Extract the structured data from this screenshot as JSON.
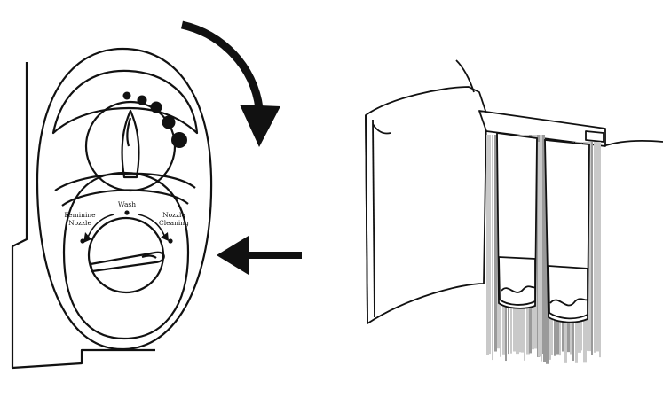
{
  "colors": {
    "ink": "#111111",
    "paper": "#ffffff",
    "water": "#c9c9c9",
    "water_dark": "#9a9a9a"
  },
  "control_panel": {
    "dial_labels": {
      "left": [
        "Feminine",
        "Nozzle"
      ],
      "top": "Wash",
      "right": [
        "Nozzle",
        "Cleaning"
      ]
    },
    "pressure_dots": 5,
    "icons": [
      "curved-arrow-icon",
      "left-arrow-icon"
    ]
  },
  "nozzle_illustration": {
    "nozzles": 2,
    "icons": [
      "water-spray-icon"
    ]
  }
}
